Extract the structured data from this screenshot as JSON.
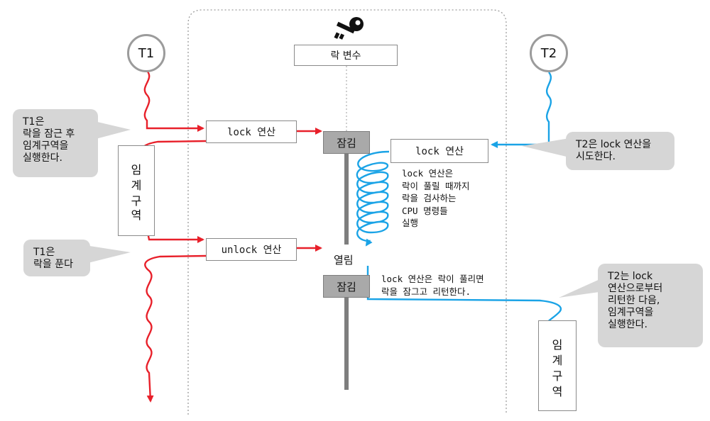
{
  "lock_variable": "락 변수",
  "threads": {
    "t1": "T1",
    "t2": "T2"
  },
  "operations": {
    "t1_lock": "lock 연산",
    "t2_lock": "lock 연산",
    "t1_unlock": "unlock 연산"
  },
  "states": {
    "locked_1": "잠김",
    "unlocked": "열림",
    "locked_2": "잠김"
  },
  "critical_section": [
    "임",
    "계",
    "구",
    "역"
  ],
  "notes": {
    "spin": [
      "lock 연산은",
      "락이 풀릴 때까지",
      "락을 검사하는",
      "CPU 명령들",
      "실행"
    ],
    "acquire": [
      "lock 연산은 락이 풀리면",
      "락을 잠그고 리턴한다."
    ]
  },
  "callouts": {
    "t1_lock": [
      "T1은",
      "락을 잠근 후",
      "임계구역을",
      "실행한다."
    ],
    "t1_unlock": [
      "T1은",
      "락을 푼다"
    ],
    "t2_try": [
      "T2은 lock 연산을",
      "시도한다."
    ],
    "t2_return": [
      "T2는 lock",
      "연산으로부터",
      "리턴한 다음,",
      "임계구역을",
      "실행한다."
    ]
  },
  "colors": {
    "t1": "#e8202a",
    "t2": "#1aa3e6",
    "bubble": "#d6d6d6",
    "state_box": "#a9a9a9"
  },
  "icons": [
    "key-icon"
  ]
}
